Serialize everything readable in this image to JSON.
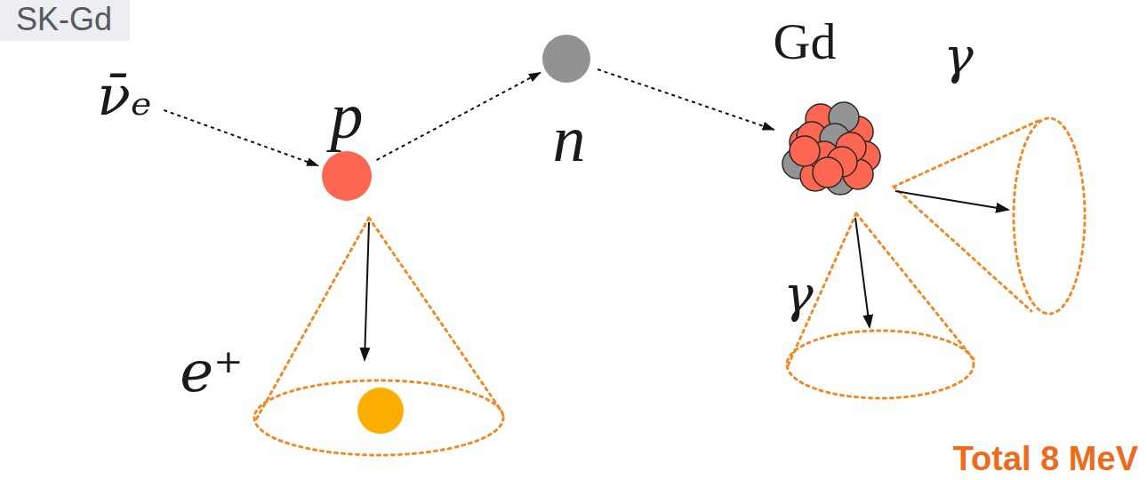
{
  "diagram": {
    "title": "SK-Gd",
    "nodes": [
      {
        "text": [
          "ν̄ₑ"
        ]
      },
      {
        "text": [
          "p"
        ]
      },
      {
        "text": [
          "n"
        ]
      },
      {
        "text": [
          "Gd"
        ]
      }
    ],
    "edges": [
      {
        "from": 0,
        "to": 1,
        "arrow": "to"
      },
      {
        "from": 1,
        "to": 2,
        "arrow": "to"
      },
      {
        "from": 2,
        "to": 3,
        "arrow": "to"
      }
    ],
    "labels": [
      "e⁺",
      "γ",
      "γ",
      "Total 8 MeV"
    ]
  }
}
